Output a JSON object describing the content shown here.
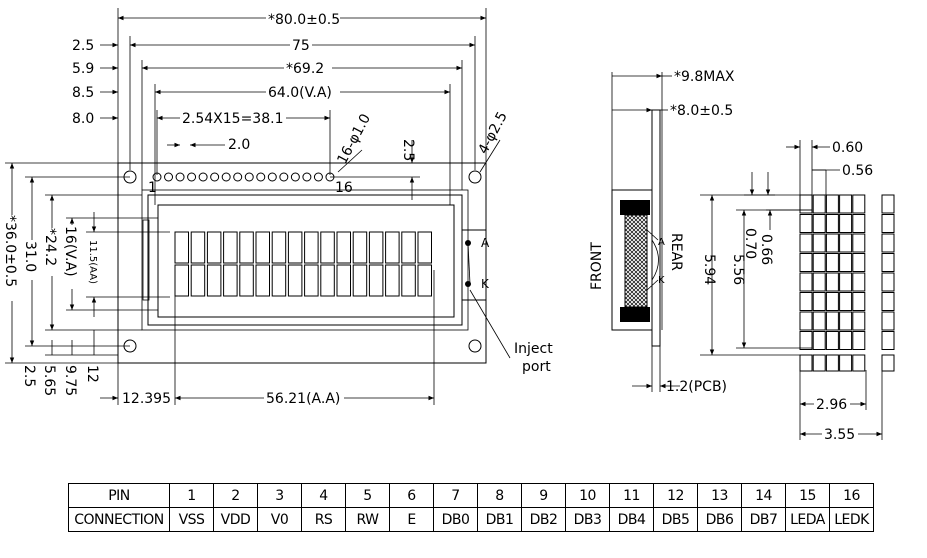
{
  "front_view": {
    "dimensions": {
      "overall_width": "*80.0±0.5",
      "hole_pitch": "75",
      "view_area_width": "*69.2",
      "va_width": "64.0(V.A)",
      "pin_pitch_span": "2.54X15=38.1",
      "pin_offset_label": "2.0",
      "left_25": "2.5",
      "left_59": "5.9",
      "left_85": "8.5",
      "left_80": "8.0",
      "pin_holes": "16-φ1.0",
      "mount_holes": "4-φ2.5",
      "top_25": "2.5",
      "overall_height": "*36.0±0.5",
      "hole_pitch_v": "31.0",
      "view_area_height": "*24.2",
      "va_height": "16(V.A)",
      "aa_height": "11.5(AA)",
      "bottom_565": "5.65",
      "bottom_975": "9.75",
      "bottom_12": "12",
      "bottom_25": "2.5",
      "aa_offset": "12.395",
      "aa_width": "56.21(A.A)"
    },
    "pin_first": "1",
    "pin_last": "16",
    "backlight_anode": "A",
    "backlight_cathode": "K",
    "inject_port": [
      "Inject",
      "port"
    ]
  },
  "side_view": {
    "front_label": "FRONT",
    "rear_label": "REAR",
    "max_thickness": "*9.8MAX",
    "body_thickness": "*8.0±0.5",
    "pcb_thickness": "1.2(PCB)",
    "label_a": "A",
    "label_k": "K"
  },
  "char_detail": {
    "pixel_width": "0.60",
    "pixel_gap": "0.56",
    "pixel_height_a": "0.70",
    "pixel_height_b": "0.66",
    "char_height_a": "5.56",
    "char_height_b": "5.94",
    "char_width_a": "2.96",
    "char_width_b": "3.55"
  },
  "pin_table": {
    "row_pin": [
      "PIN",
      "1",
      "2",
      "3",
      "4",
      "5",
      "6",
      "7",
      "8",
      "9",
      "10",
      "11",
      "12",
      "13",
      "14",
      "15",
      "16"
    ],
    "row_connection": [
      "CONNECTION",
      "VSS",
      "VDD",
      "V0",
      "RS",
      "RW",
      "E",
      "DB0",
      "DB1",
      "DB2",
      "DB3",
      "DB4",
      "DB5",
      "DB6",
      "DB7",
      "LEDA",
      "LEDK"
    ]
  }
}
